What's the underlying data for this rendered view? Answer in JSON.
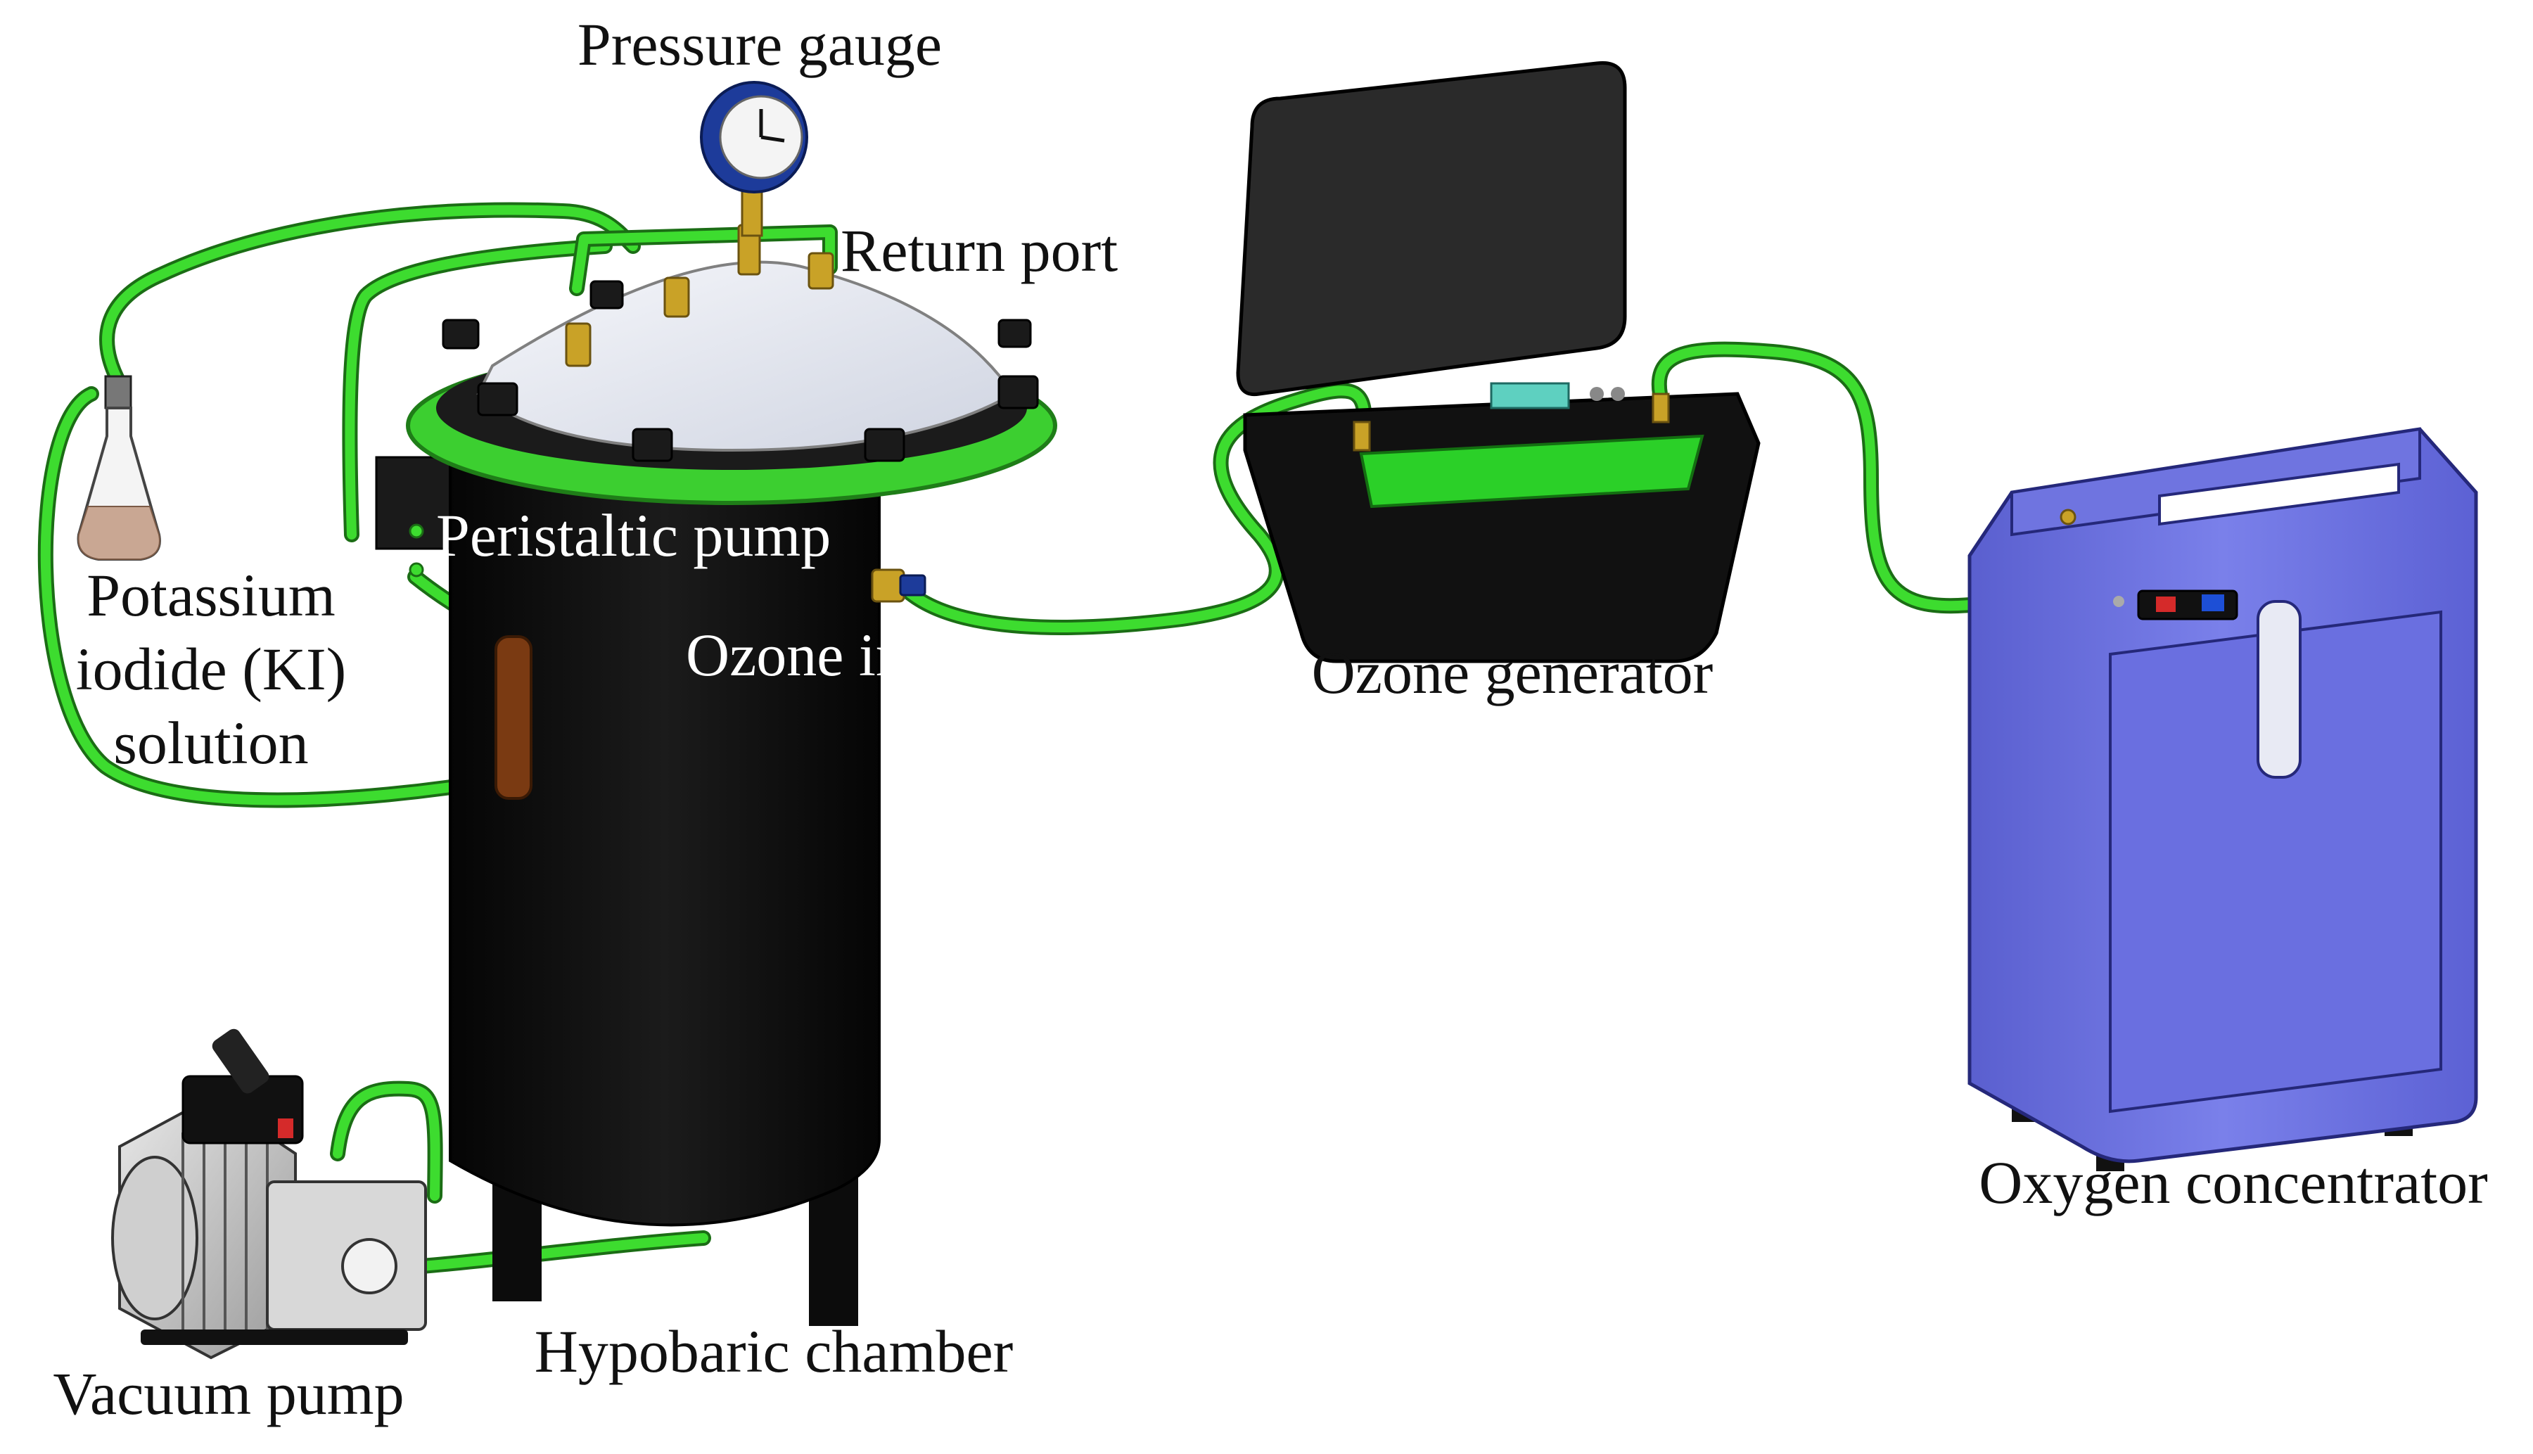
{
  "labels": {
    "pressure_gauge": "Pressure gauge",
    "return_port": "Return port",
    "peristaltic_pump": "Peristaltic pump",
    "ozone_inlet": "Ozone inlet",
    "ki_solution_line1": "Potassium",
    "ki_solution_line2": "iodide (KI)",
    "ki_solution_line3": "solution",
    "ozone_generator": "Ozone generator",
    "oxygen_concentrator": "Oxygen concentrator",
    "hypobaric_chamber": "Hypobaric chamber",
    "vacuum_pump": "Vacuum pump"
  },
  "colors": {
    "tubing": "#3ddc2f",
    "chamber_body": "#111111",
    "chamber_rim": "#3ccf30",
    "lid": "#e9ecf3",
    "concentrator": "#6f74e0",
    "ozone_generator_body": "#111111",
    "ozone_generator_tray": "#2bd028",
    "gauge_ring": "#1d3b9a",
    "brass_fittings": "#c9a227",
    "peristaltic_tube": "#7a3a12"
  }
}
